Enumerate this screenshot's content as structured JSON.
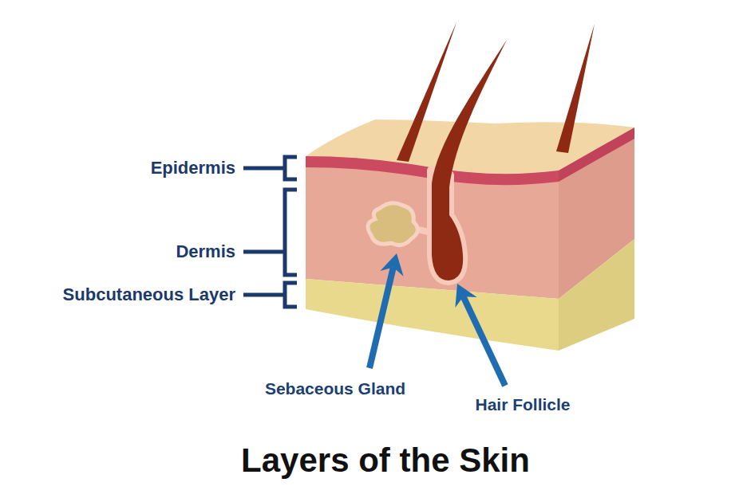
{
  "diagram": {
    "title": "Layers of the Skin",
    "labels": [
      "Epidermis",
      "Dermis",
      "Subcutaneous Layer",
      "Sebaceous Gland",
      "Hair Follicle"
    ]
  }
}
